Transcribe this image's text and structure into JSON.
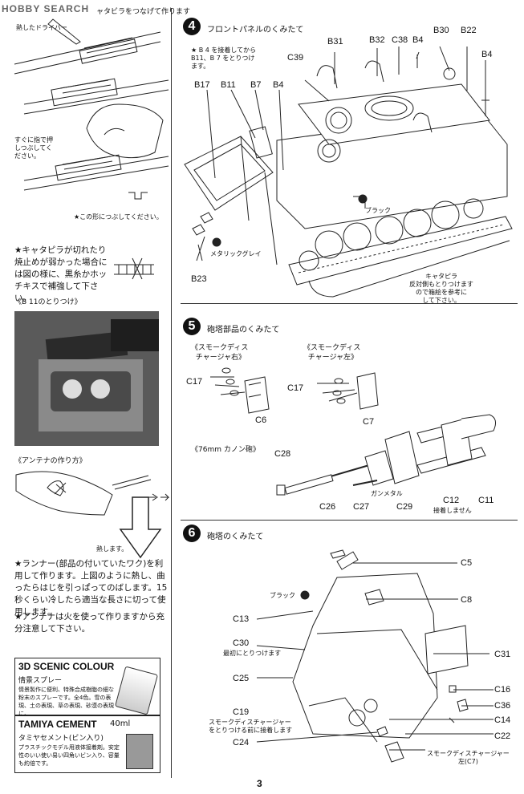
{
  "header": {
    "logo": "HOBBY SEARCH",
    "intro_fragment": "ャタビラをつなげて作ります"
  },
  "left": {
    "driver_label": "熱したドライバー",
    "press_label": "すぐに指で押\nしつぶしてく\nださい。",
    "shape_note": "★この形につぶしてください。",
    "broken_note": "★キャタピラが切れたり焼止めが弱かった場合には図の様に、黒糸かホッチキスで補強して下さい。",
    "b11_caption": "《B 11のとりつけ》",
    "antenna_caption": "《アンテナの作り方》",
    "heat_label": "熱します。",
    "antenna_text_1": "★ランナー(部品の付いていたワク)を利用して作ります。上図のように熱し、曲ったらはじを引っぱってのばします。15秒くらい冷したら適当な長さに切って使用します。",
    "antenna_text_2": "★アンテナは火を使って作りますから充分注意して下さい。"
  },
  "ads": {
    "scenic_title": "3D SCENIC COLOUR",
    "scenic_sub": "情景スプレー",
    "scenic_body": "情景製作に便利、特殊合成樹脂の細な粉末のスプレーです。全4色。雪の表現、土の表現、草の表現、砂漠の表現に。",
    "cement_title": "TAMIYA CEMENT",
    "cement_size": "40ml",
    "cement_sub": "タミヤセメント(ビン入り)",
    "cement_body": "プラスチックモデル用液体接着剤。安定性のいい使い易い四角いビン入り、容量も約倍です。"
  },
  "step4": {
    "num": "4",
    "title": "フロントパネルのくみたて",
    "note": "★ B 4 を接着してから\nB11、B 7 をとりつけ\nます。",
    "labels": {
      "b31": "B31",
      "b32": "B32",
      "c38": "C38",
      "b4a": "B4",
      "b30": "B30",
      "b22": "B22",
      "b4b": "B4",
      "c39": "C39",
      "b17": "B17",
      "b11": "B11",
      "b7": "B7",
      "b4c": "B4",
      "b23": "B23"
    },
    "black": "ブラック",
    "metallic": "メタリックグレイ",
    "track_note": "キャタピラ\n反対側もとりつけます\nので箱絵を参考に\nして下さい。"
  },
  "step5": {
    "num": "5",
    "title": "砲塔部品のくみたて",
    "smoke_right": "《スモークディス\n  チャージャ右》",
    "smoke_left": "《スモークディス\n  チャージャ左》",
    "gun_caption": "《76mm カノン砲》",
    "labels": {
      "c17a": "C17",
      "c6": "C6",
      "c17b": "C17",
      "c7": "C7",
      "c28": "C28",
      "c26": "C26",
      "c27": "C27",
      "c29": "C29",
      "c12": "C12",
      "c11": "C11"
    },
    "gunmetal": "ガンメタル",
    "no_glue": "接着しません"
  },
  "step6": {
    "num": "6",
    "title": "砲塔のくみたて",
    "black": "ブラック",
    "labels": {
      "c5": "C5",
      "c8": "C8",
      "c13": "C13",
      "c30": "C30",
      "c31": "C31",
      "c25": "C25",
      "c16": "C16",
      "c36": "C36",
      "c19": "C19",
      "c14": "C14",
      "c24": "C24",
      "c22": "C22"
    },
    "c30_note": "最初にとりつけます",
    "c19_note": "スモークディスチャージャー\nをとりつける前に接着します",
    "c7_note": "スモークディスチャージャー\n左(C7)"
  },
  "footer": {
    "page": "3"
  }
}
